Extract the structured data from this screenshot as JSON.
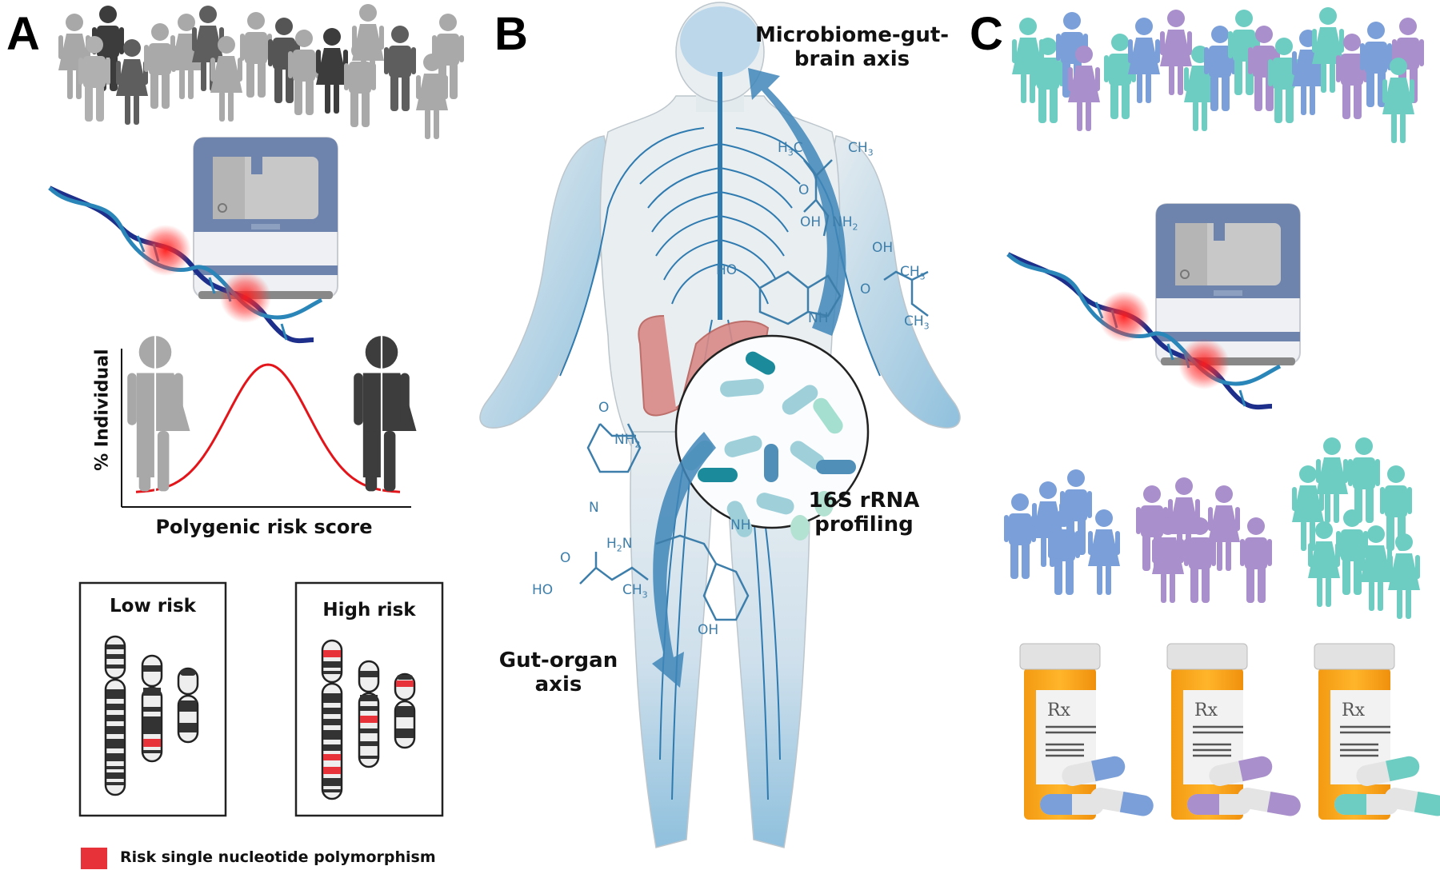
{
  "panels": {
    "A": {
      "letter": "A",
      "population_colors": [
        "#a9a9a9",
        "#5e5e5e",
        "#3a3a3a",
        "#8a8a8a"
      ],
      "prs_plot": {
        "ylabel": "% Individual",
        "xlabel": "Polygenic risk score",
        "curve_color": "#e3151a",
        "low_figure_color": "#a8a8a8",
        "high_figure_color": "#3d3d3d"
      },
      "boxes": [
        {
          "title": "Low risk"
        },
        {
          "title": "High risk"
        }
      ],
      "legend": {
        "swatch_color": "#e8323a",
        "label": "Risk single nucleotide polymorphism"
      }
    },
    "B": {
      "letter": "B",
      "labels": {
        "brain_axis": [
          "Microbiome-gut-",
          "brain axis"
        ],
        "rrna": [
          "16S rRNA",
          "profiling"
        ],
        "organ_axis": [
          "Gut-organ",
          "axis"
        ]
      },
      "chem_labels": {
        "h3c": "H3C",
        "ch3_a": "CH3",
        "o_a": "O",
        "oh_a": "OH",
        "nh2_a": "NH2",
        "oh_b": "OH",
        "o_b": "O",
        "ch3_b": "CH3",
        "ch3_c": "CH3",
        "ho": "HO",
        "nh_a": "NH",
        "o_c": "O",
        "nh2_b": "NH2",
        "n": "N",
        "nh_b": "NH",
        "h2n": "H2N",
        "o_d": "O",
        "ho_b": "HO",
        "ch3_d": "CH3",
        "oh_c": "OH"
      },
      "colors": {
        "body": "#e8eef2",
        "nerve": "#2f7bb0",
        "arrow": "#3f86b8",
        "gut": "#d98a86"
      }
    },
    "C": {
      "letter": "C",
      "group_colors": [
        "#7b9fd8",
        "#a98fcb",
        "#6ecdc2"
      ],
      "drug_label": "Rx"
    }
  }
}
